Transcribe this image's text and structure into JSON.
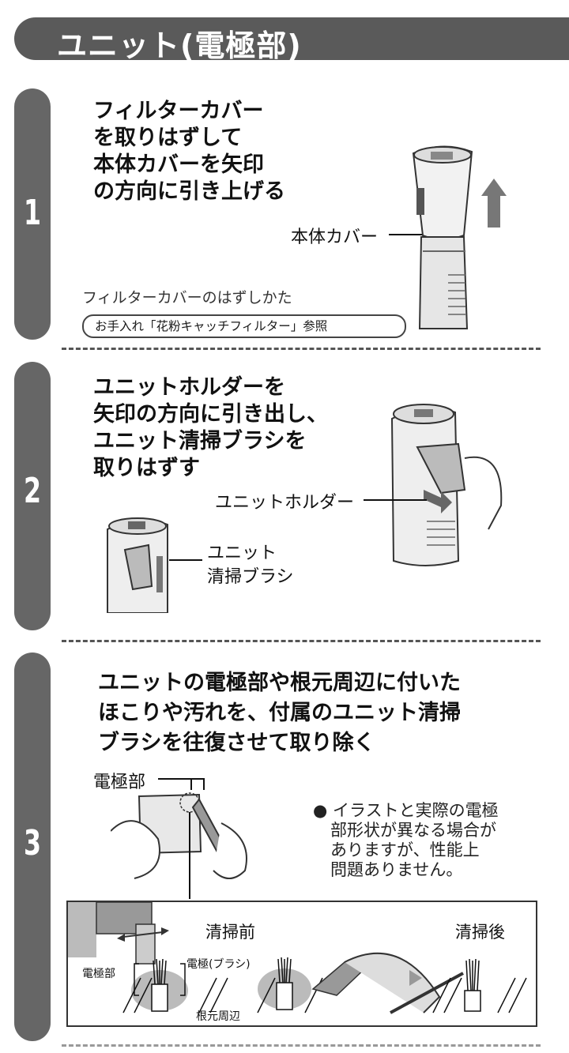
{
  "header": {
    "title": "ユニット(電極部)"
  },
  "steps": [
    {
      "number": "1",
      "title_lines": [
        "フィルターカバー",
        "を取りはずして",
        "本体カバーを矢印",
        "の方向に引き上げる"
      ],
      "callout": "本体カバー",
      "sub_text": "フィルターカバーのはずしかた",
      "reference": "お手入れ「花粉キャッチフィルター」参照"
    },
    {
      "number": "2",
      "title_lines": [
        "ユニットホルダーを",
        "矢印の方向に引き出し、",
        "ユニット清掃ブラシを",
        "取りはずす"
      ],
      "callout_holder": "ユニットホルダー",
      "callout_brush_lines": [
        "ユニット",
        "清掃ブラシ"
      ]
    },
    {
      "number": "3",
      "title_lines": [
        "ユニットの電極部や根元周辺に付いた",
        "ほこりや汚れを、付属のユニット清掃",
        "ブラシを往復させて取り除く"
      ],
      "callout_electrode": "電極部",
      "note_lines": [
        "● イラストと実際の電極",
        "部形状が異なる場合が",
        "ありますが、性能上",
        "問題ありません。"
      ],
      "compare": {
        "before": "清掃前",
        "after": "清掃後",
        "electrode": "電極部",
        "brush_electrode": "電極(ブラシ)",
        "root_area": "根元周辺"
      }
    }
  ]
}
